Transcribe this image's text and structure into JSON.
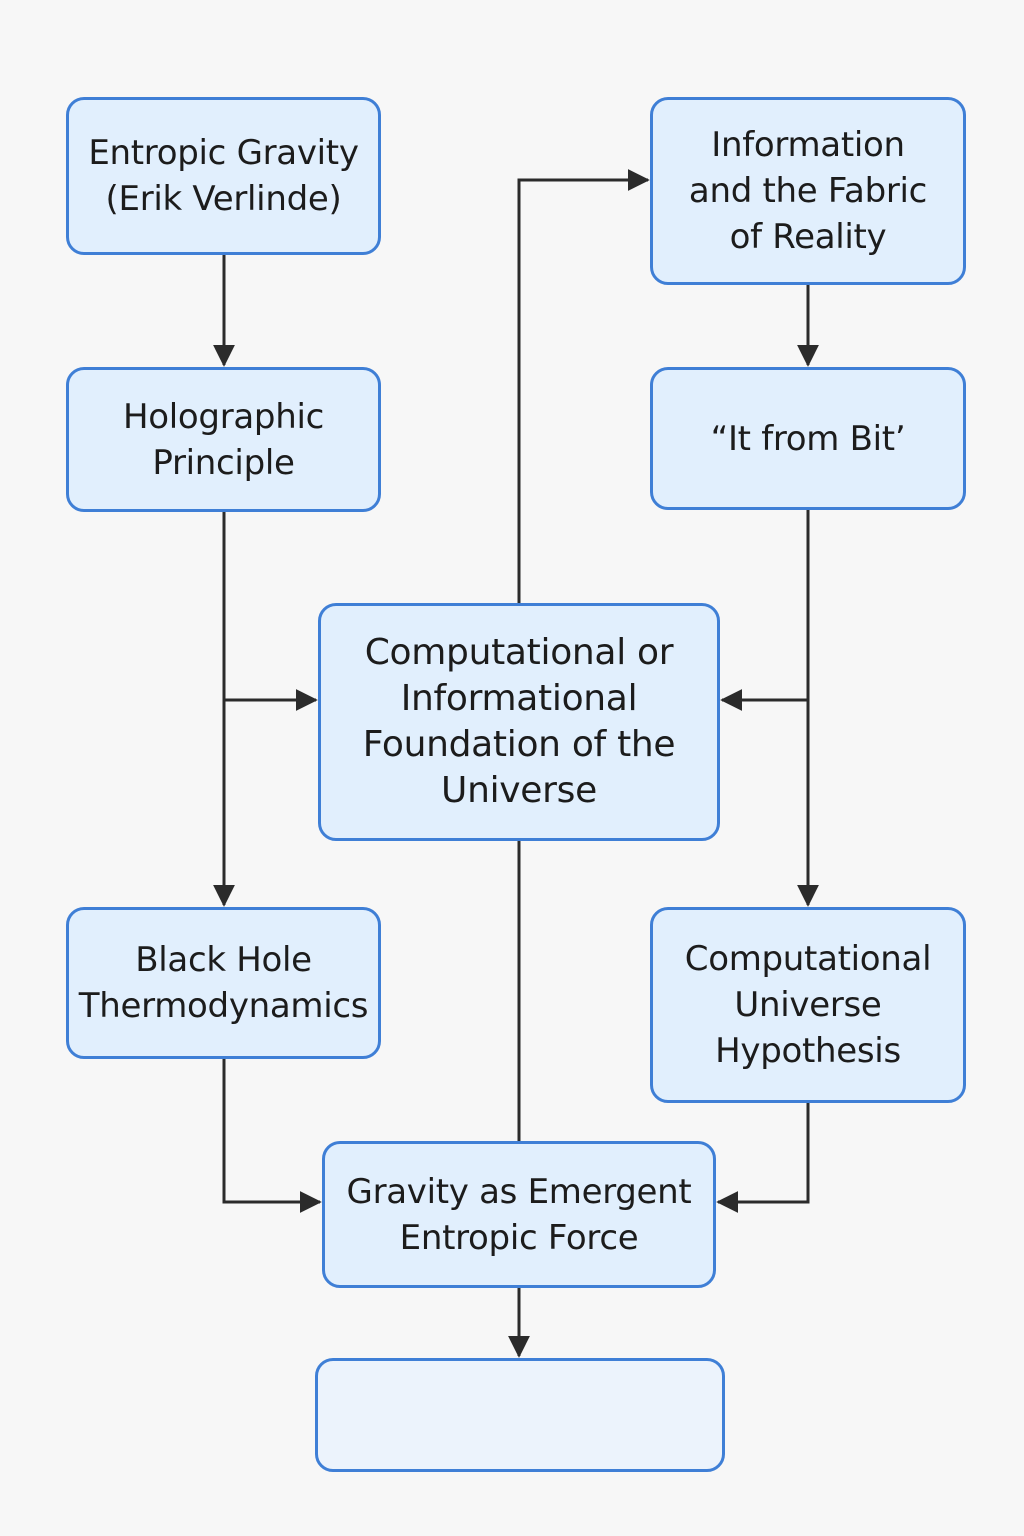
{
  "colors": {
    "background": "#f7f7f7",
    "node_fill": "#e1effd",
    "node_border": "#3f7fd6",
    "connector": "#2b2b2b",
    "text": "#1c1c1c"
  },
  "nodes": {
    "entropic_gravity": "Entropic Gravity\n(Erik Verlinde)",
    "information_fabric": "Information\nand the Fabric\nof Reality",
    "holographic": "Holographic\nPrinciple",
    "it_from_bit": "“It from Bit’",
    "computational_foundation": "Computational or\nInformational\nFoundation of the\nUniverse",
    "black_hole": "Black Hole\nThermodynamics",
    "computational_universe": "Computational\nUniverse\nHypothesis",
    "gravity_emergent": "Gravity as Emergent\nEntropic Force",
    "bottom_box": ""
  }
}
